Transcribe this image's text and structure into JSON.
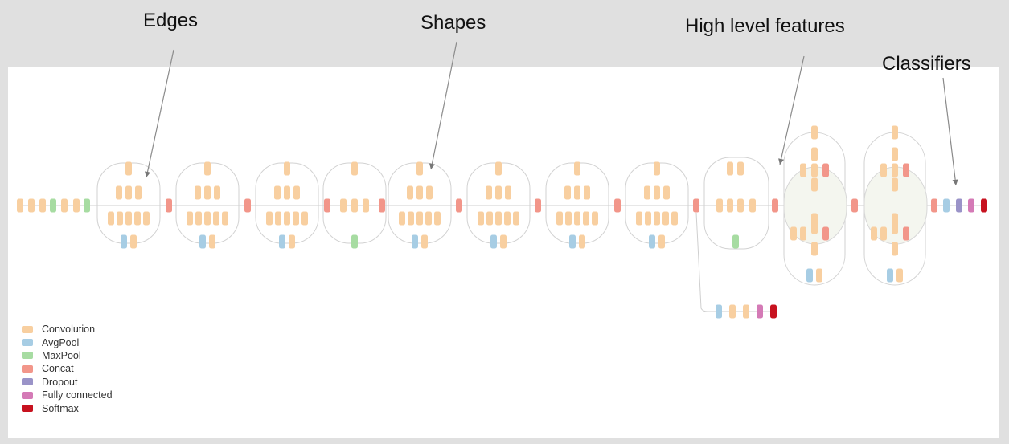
{
  "annotations": {
    "edges": "Edges",
    "shapes": "Shapes",
    "high_level": "High level features",
    "classifiers": "Classifiers"
  },
  "legend": [
    {
      "key": "conv",
      "label": "Convolution",
      "color": "#f8cfa0"
    },
    {
      "key": "avgpool",
      "label": "AvgPool",
      "color": "#a7cde4"
    },
    {
      "key": "maxpool",
      "label": "MaxPool",
      "color": "#a7dca2"
    },
    {
      "key": "concat",
      "label": "Concat",
      "color": "#f2968a"
    },
    {
      "key": "dropout",
      "label": "Dropout",
      "color": "#9a93c8"
    },
    {
      "key": "fc",
      "label": "Fully connected",
      "color": "#d47ab6"
    },
    {
      "key": "softmax",
      "label": "Softmax",
      "color": "#c7121f"
    }
  ]
}
